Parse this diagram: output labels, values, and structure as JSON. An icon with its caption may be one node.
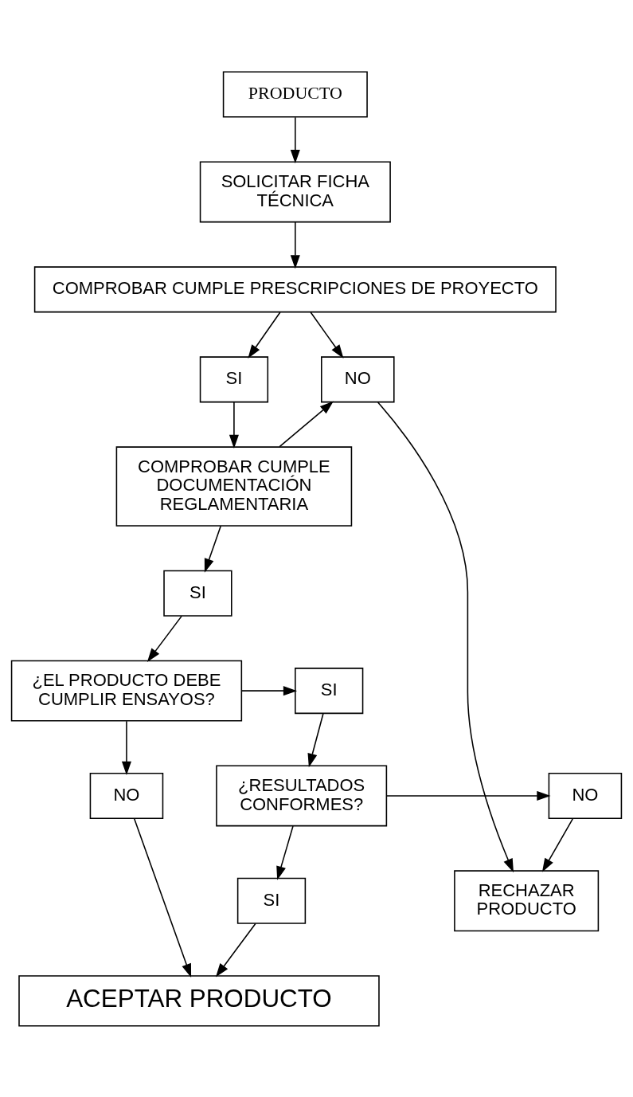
{
  "diagram": {
    "nodes": [
      {
        "text": [
          "PRODUCTO"
        ]
      },
      {
        "text": [
          "SOLICITAR FICHA TÉCNICA"
        ]
      },
      {
        "text": [
          "COMPROBAR CUMPLE PRESCRIPCIONES DE PROYECTO"
        ]
      },
      {
        "text": [
          "SI"
        ]
      },
      {
        "text": [
          "COMPROBAR CUMPLE DOCUMENTACIÓN REGLAMENTARIA"
        ]
      },
      {
        "text": [
          "NO"
        ]
      },
      {
        "text": [
          "RECHAZAR PRODUCTO"
        ]
      },
      {
        "text": [
          "SI"
        ]
      },
      {
        "text": [
          "¿EL PRODUCTO DEBE CUMPLIR ENSAYOS?"
        ]
      },
      {
        "text": [
          "SI"
        ]
      },
      {
        "text": [
          "¿RESULTADOS CONFORMES?"
        ]
      },
      {
        "text": [
          "NO"
        ]
      },
      {
        "text": [
          "NO"
        ]
      },
      {
        "text": [
          "SI"
        ]
      },
      {
        "text": [
          "ACEPTAR PRODUCTO"
        ]
      }
    ],
    "edges": [
      {
        "from": 0,
        "to": 1,
        "arrow": "to"
      },
      {
        "from": 1,
        "to": 2,
        "arrow": "to"
      },
      {
        "from": 2,
        "to": 3,
        "arrow": "to"
      },
      {
        "from": 2,
        "to": 5,
        "arrow": "to"
      },
      {
        "from": 3,
        "to": 4,
        "arrow": "to"
      },
      {
        "from": 4,
        "to": 5,
        "arrow": "to"
      },
      {
        "from": 5,
        "to": 6,
        "arrow": "to"
      },
      {
        "from": 4,
        "to": 7,
        "arrow": "to"
      },
      {
        "from": 7,
        "to": 8,
        "arrow": "to"
      },
      {
        "from": 8,
        "to": 9,
        "arrow": "to"
      },
      {
        "from": 8,
        "to": 12,
        "arrow": "to"
      },
      {
        "from": 9,
        "to": 10,
        "arrow": "to"
      },
      {
        "from": 10,
        "to": 11,
        "arrow": "to"
      },
      {
        "from": 11,
        "to": 6,
        "arrow": "to"
      },
      {
        "from": 10,
        "to": 13,
        "arrow": "to"
      },
      {
        "from": 12,
        "to": 14,
        "arrow": "to"
      },
      {
        "from": 13,
        "to": 14,
        "arrow": "to"
      }
    ]
  }
}
